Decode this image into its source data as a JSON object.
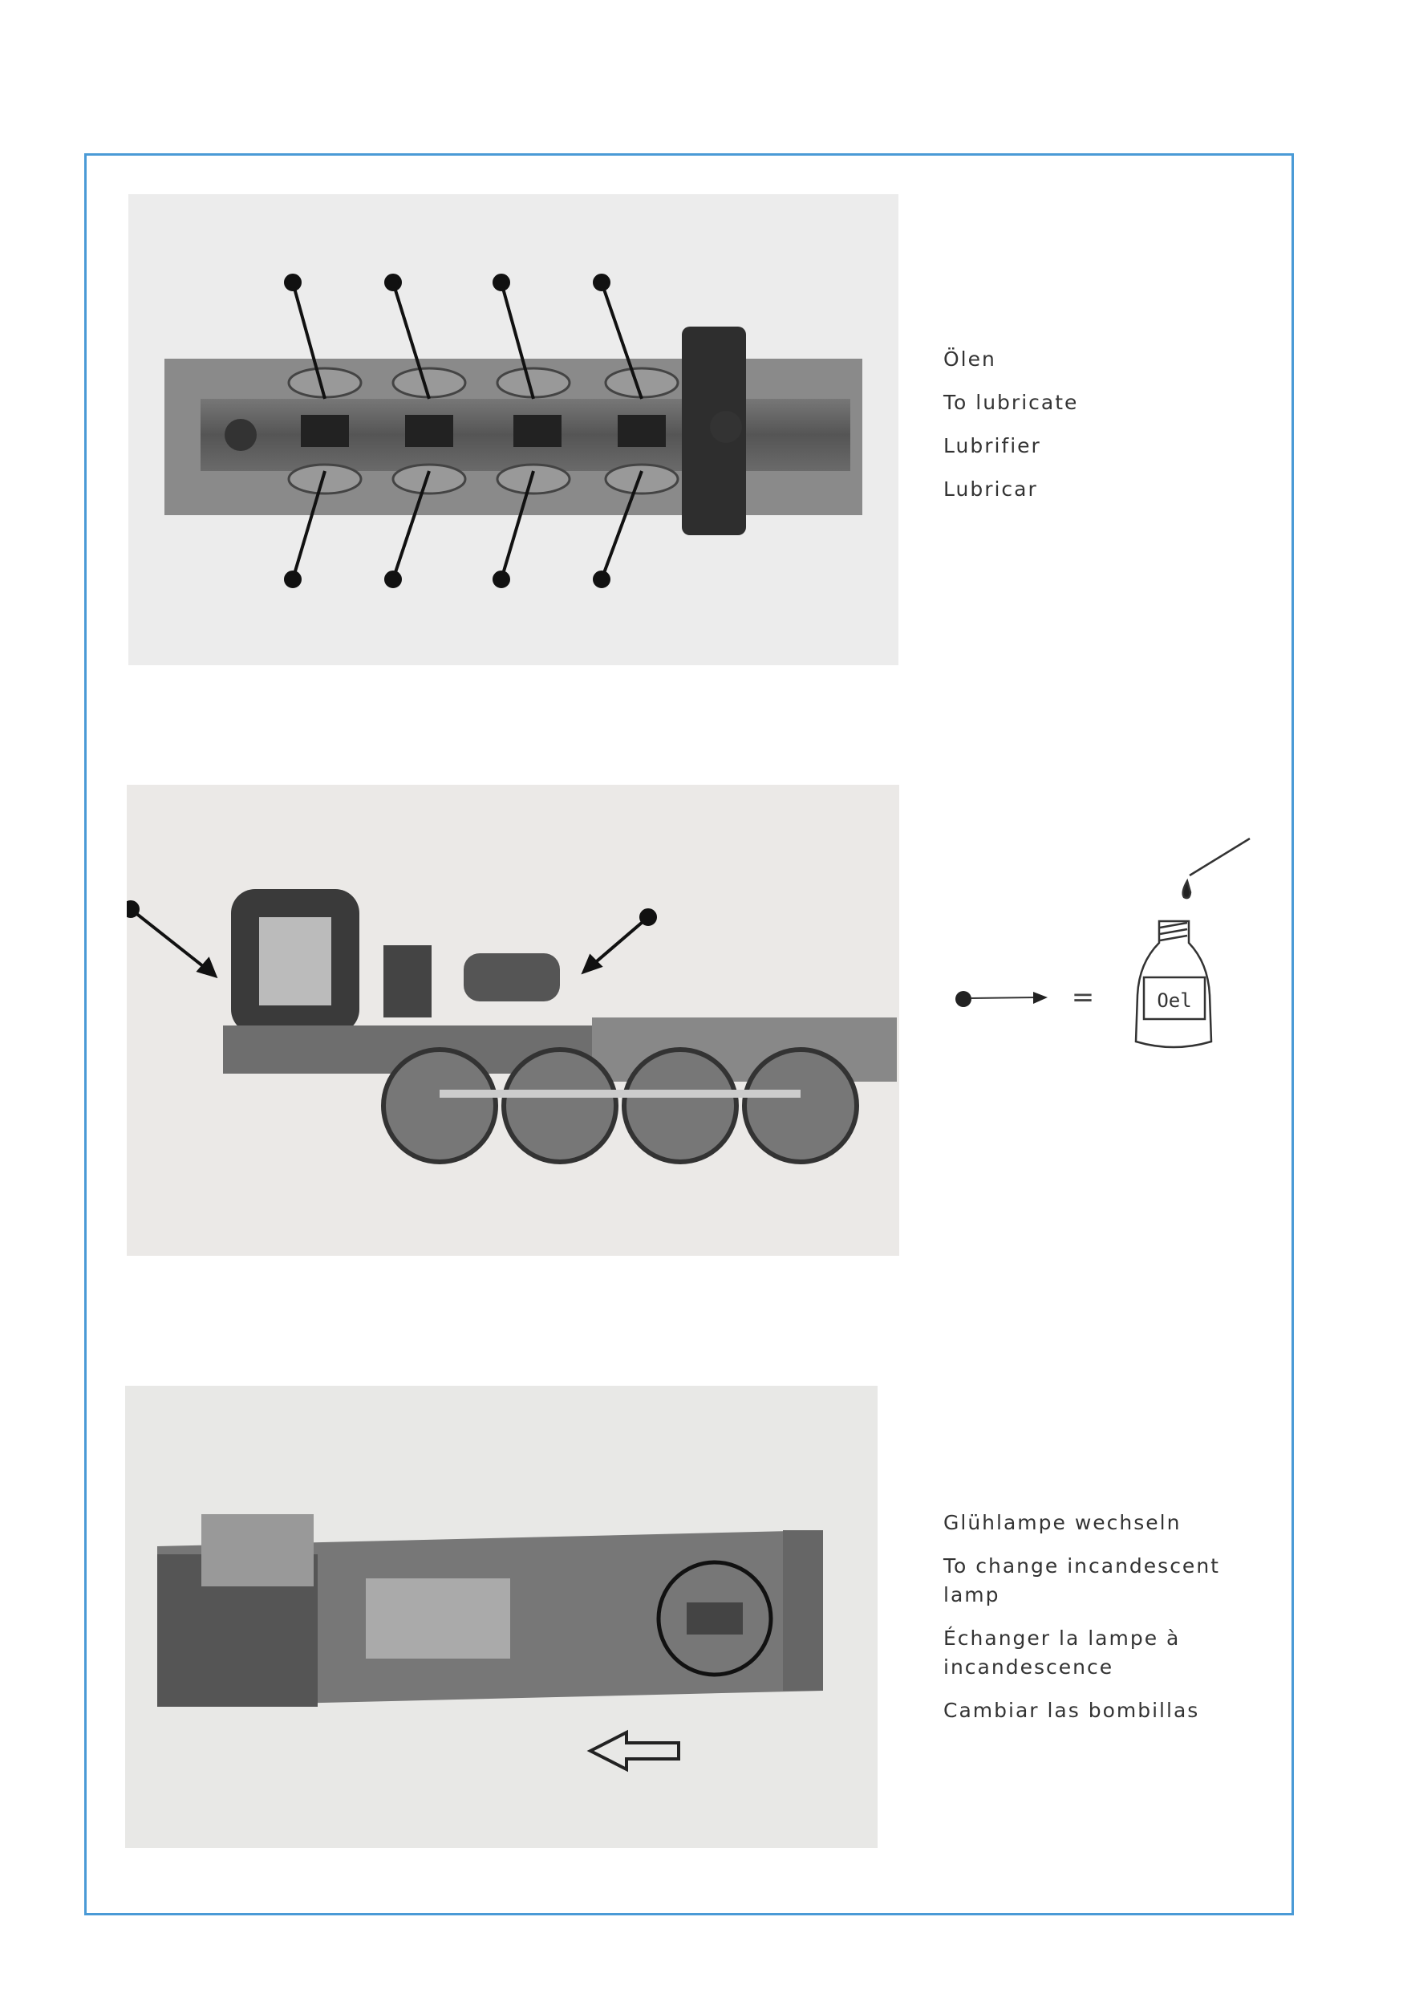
{
  "section_lubricate": {
    "lines": [
      "Ölen",
      "To lubricate",
      "Lubrifier",
      "Lubricar"
    ]
  },
  "legend": {
    "equals": "=",
    "bottle_label": "Oel",
    "icons": [
      "oil-point-arrow-icon",
      "oil-bottle-icon"
    ]
  },
  "section_lamp": {
    "lines": [
      "Glühlampe wechseln",
      "To change incandescent lamp",
      "Échanger la lampe à incandescence",
      "Cambiar las bombillas"
    ]
  },
  "colors": {
    "frame": "#4a9ad6"
  }
}
